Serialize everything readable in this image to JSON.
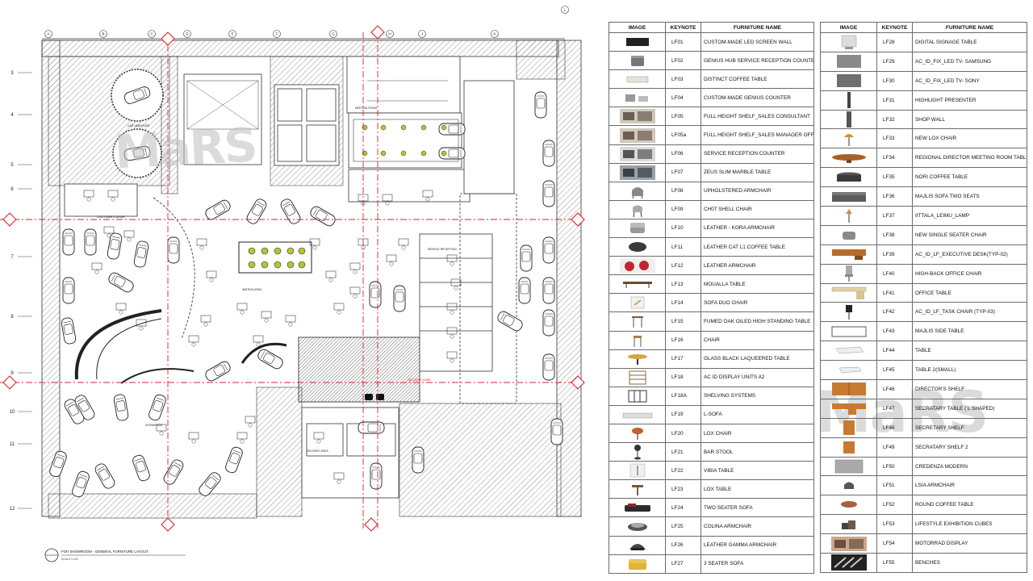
{
  "plan": {
    "title": "FOH SHOWROOM - GENERAL FURNITURE LAYOUT",
    "scale": "SCALE 1:100",
    "col_labels": [
      "A",
      "B",
      "C",
      "D",
      "E",
      "F",
      "G",
      "H",
      "J",
      "K",
      "L"
    ],
    "row_labels": [
      "3",
      "4",
      "5",
      "6",
      "7",
      "8",
      "9",
      "10",
      "11",
      "12"
    ],
    "room_labels": [
      "CAR HANDOVER",
      "CUSTOMER LOUNGE",
      "SERVICE RECEPTION",
      "SHOWROOM",
      "DELIVERY AREA",
      "MEETING ROOM",
      "WAITING AREA"
    ],
    "red_note": "DELIVERY ZONE",
    "watermark": "MaRS"
  },
  "schedule": {
    "headers": {
      "image": "IMAGE",
      "keynote": "KEYNOTE",
      "name": "FURNITURE NAME"
    },
    "left": [
      {
        "key": "LF01",
        "name": "CUSTOM-MADE LED SCREEN WALL",
        "icon": "led-screen"
      },
      {
        "key": "LF02",
        "name": "GENIUS HUB SERVICE RECEPTION COUNTER",
        "icon": "counter"
      },
      {
        "key": "LF03",
        "name": "DISTINCT COFFEE TABLE",
        "icon": "low-table"
      },
      {
        "key": "LF04",
        "name": "CUSTOM-MADE GENIUS COUNTER",
        "icon": "counter-light"
      },
      {
        "key": "LF05",
        "name": "FULL HEIGHT SHELF_SALES CONSULTANT",
        "icon": "shelf-photo"
      },
      {
        "key": "LF05a",
        "name": "FULL HEIGHT SHELF_SALES MANAGER OFFICE",
        "icon": "shelf-photo"
      },
      {
        "key": "LF06",
        "name": "SERVICE RECEPTION COUNTER",
        "icon": "counter-photo"
      },
      {
        "key": "LF07",
        "name": "ZEUS SLIM MARBLE TABLE",
        "icon": "room-photo"
      },
      {
        "key": "LF08",
        "name": "UPHOLSTERED ARMCHAIR",
        "icon": "armchair"
      },
      {
        "key": "LF09",
        "name": "CH07 SHELL CHAIR",
        "icon": "shell-chair"
      },
      {
        "key": "LF10",
        "name": "LEATHER - KORA ARMCHAIR",
        "icon": "armchair-grey"
      },
      {
        "key": "LF11",
        "name": "LEATHER CAT L1 COFFEE TABLE",
        "icon": "round-table-dark"
      },
      {
        "key": "LF12",
        "name": "LEATHER ARMCHAIR",
        "icon": "red-chairs"
      },
      {
        "key": "LF13",
        "name": "MOUALLA TABLE",
        "icon": "long-table"
      },
      {
        "key": "LF14",
        "name": "SOFA DUO CHAIR",
        "icon": "duo-chair"
      },
      {
        "key": "LF15",
        "name": "FUMED OAK OILED HIGH STANDING TABLE",
        "icon": "standing-table"
      },
      {
        "key": "LF16",
        "name": "CHAIR",
        "icon": "stool"
      },
      {
        "key": "LF17",
        "name": "GLASS BLACK LAQUEERED TABLE",
        "icon": "glass-table"
      },
      {
        "key": "LF18",
        "name": "AC ID DISPLAY UNITS A2",
        "icon": "display-unit"
      },
      {
        "key": "LF18A",
        "name": "SHELVING SYSTEMS",
        "icon": "shelving"
      },
      {
        "key": "LF19",
        "name": "L-SOFA",
        "icon": "l-sofa"
      },
      {
        "key": "LF20",
        "name": "LOX CHAIR",
        "icon": "lox-chair"
      },
      {
        "key": "LF21",
        "name": "BAR STOOL",
        "icon": "bar-stool"
      },
      {
        "key": "LF22",
        "name": "VIBIA TABLE",
        "icon": "vibia"
      },
      {
        "key": "LF23",
        "name": "LOX TABLE",
        "icon": "lox-table"
      },
      {
        "key": "LF24",
        "name": "TWO SEATER SOFA",
        "icon": "two-seater"
      },
      {
        "key": "LF25",
        "name": "COLINA ARMCHAIR",
        "icon": "colina"
      },
      {
        "key": "LF26",
        "name": "LEATHER GAMMA ARMCHAIR",
        "icon": "gamma"
      },
      {
        "key": "LF27",
        "name": "3 SEATER SOFA",
        "icon": "yellow-sofa"
      }
    ],
    "right": [
      {
        "key": "LF28",
        "name": "DIGITAL SIGNAGE TABLE",
        "icon": "signage"
      },
      {
        "key": "LF29",
        "name": "AC_ID_FIX_LED TV- SAMSUNG",
        "icon": "tv-grey"
      },
      {
        "key": "LF30",
        "name": "AC_ID_FIX_LED TV- SONY",
        "icon": "tv-grey2"
      },
      {
        "key": "LF31",
        "name": "HIGHLIGHT PRESENTER",
        "icon": "presenter"
      },
      {
        "key": "LF32",
        "name": "SHOP WALL",
        "icon": "shop-wall"
      },
      {
        "key": "LF33",
        "name": "NEW LOX CHAIR",
        "icon": "orange-chair"
      },
      {
        "key": "LF34",
        "name": "REGIONAL DIRECTOR MEETING ROOM TABLE",
        "icon": "meeting-table"
      },
      {
        "key": "LF35",
        "name": "NORI COFFEE TABLE",
        "icon": "nori"
      },
      {
        "key": "LF36",
        "name": "MAJLIS SOFA TWO SEATS",
        "icon": "majlis"
      },
      {
        "key": "LF37",
        "name": "IITTALA_LEIMU_LAMP",
        "icon": "lamp"
      },
      {
        "key": "LF38",
        "name": "NEW SINGLE SEATER CHAIR",
        "icon": "single-seater"
      },
      {
        "key": "LF39",
        "name": "AC_ID_LF_EXECUTIVE DESK(TYP-02)",
        "icon": "exec-desk"
      },
      {
        "key": "LF40",
        "name": "HIGH-BACK OFFICE CHAIR",
        "icon": "office-chair"
      },
      {
        "key": "LF41",
        "name": "OFFICE TABLE",
        "icon": "office-table"
      },
      {
        "key": "LF42",
        "name": "AC_ID_LF_TASK CHAIR (TYP-03)",
        "icon": "task-chair"
      },
      {
        "key": "LF43",
        "name": "MAJLIS SIDE TABLE",
        "icon": "side-table"
      },
      {
        "key": "LF44",
        "name": "TABLE",
        "icon": "white-table"
      },
      {
        "key": "LF45",
        "name": "TABLE 2(SMALL)",
        "icon": "white-table-small"
      },
      {
        "key": "LF46",
        "name": "DIRECTOR'S SHELF",
        "icon": "director-shelf"
      },
      {
        "key": "LF47",
        "name": "SECRATARY TABLE ( L SHAPED)",
        "icon": "l-desk"
      },
      {
        "key": "LF48",
        "name": "SECRETARY SHELF",
        "icon": "sec-shelf"
      },
      {
        "key": "LF49",
        "name": "SECRATARY SHELF 2",
        "icon": "sec-shelf2"
      },
      {
        "key": "LF50",
        "name": "CREDENZA MODERN",
        "icon": "credenza"
      },
      {
        "key": "LF51",
        "name": "LSIA ARMCHAIR",
        "icon": "lsia"
      },
      {
        "key": "LF52",
        "name": "ROUND COFFEE TABLE",
        "icon": "round-coffee"
      },
      {
        "key": "LF53",
        "name": "LIFESTYLE EXHIBITION CUBES",
        "icon": "cubes"
      },
      {
        "key": "LF54",
        "name": "MOTORRAD DISPLAY",
        "icon": "motorrad"
      },
      {
        "key": "LF55",
        "name": "BENCHES",
        "icon": "benches"
      }
    ]
  }
}
